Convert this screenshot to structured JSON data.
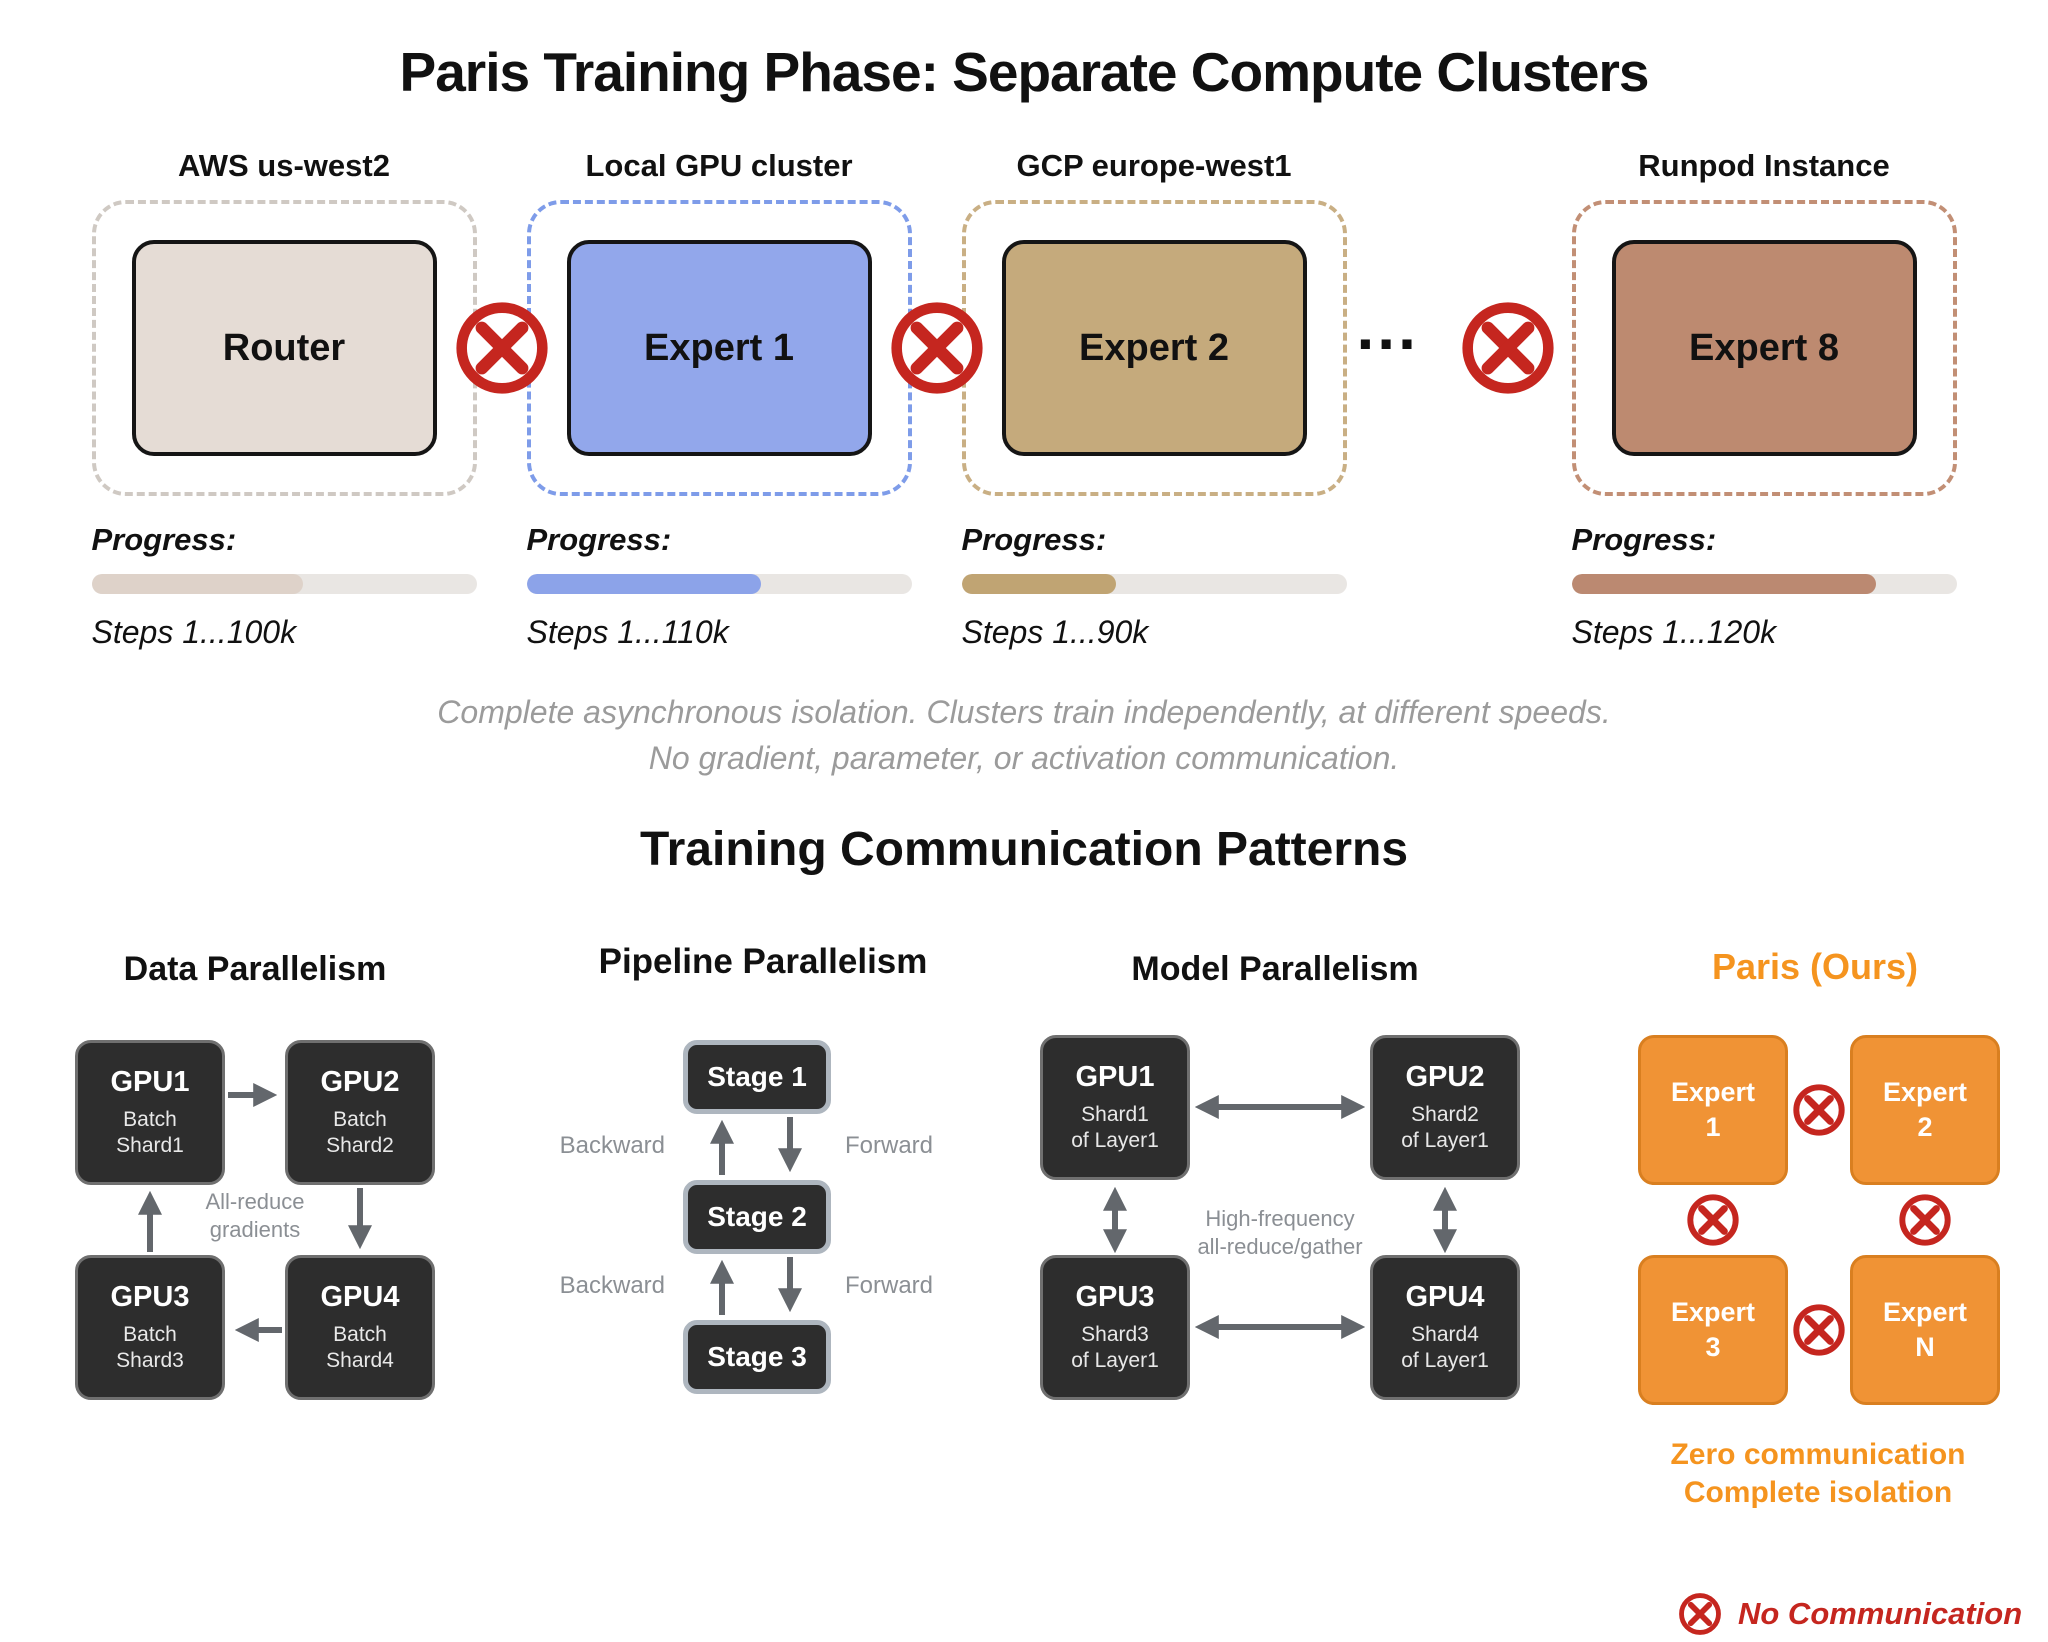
{
  "title": "Paris Training Phase: Separate Compute Clusters",
  "ellipsis": "...",
  "clusters": [
    {
      "location": "AWS us-west2",
      "name": "Router",
      "progress_label": "Progress:",
      "steps": "Steps 1...100k",
      "box_color": "#e5dcd5",
      "dash_color": "#cfc9c3",
      "bar_color": "#ded2c9",
      "progress_pct": 55
    },
    {
      "location": "Local GPU cluster",
      "name": "Expert 1",
      "progress_label": "Progress:",
      "steps": "Steps 1...110k",
      "box_color": "#92a7eb",
      "dash_color": "#7e9ce9",
      "bar_color": "#8ca3e9",
      "progress_pct": 61
    },
    {
      "location": "GCP europe-west1",
      "name": "Expert 2",
      "progress_label": "Progress:",
      "steps": "Steps 1...90k",
      "box_color": "#c5aa7c",
      "dash_color": "#c9af84",
      "bar_color": "#c0a473",
      "progress_pct": 40
    },
    {
      "location": "Runpod Instance",
      "name": "Expert 8",
      "progress_label": "Progress:",
      "steps": "Steps 1...120k",
      "box_color": "#bd8a70",
      "dash_color": "#c28f75",
      "bar_color": "#bb8971",
      "progress_pct": 79
    }
  ],
  "caption_line1": "Complete asynchronous isolation. Clusters train independently, at different speeds.",
  "caption_line2": "No gradient, parameter, or activation communication.",
  "patterns_title": "Training Communication Patterns",
  "data_parallelism": {
    "title": "Data Parallelism",
    "gpus": [
      {
        "name": "GPU1",
        "sub1": "Batch",
        "sub2": "Shard1"
      },
      {
        "name": "GPU2",
        "sub1": "Batch",
        "sub2": "Shard2"
      },
      {
        "name": "GPU3",
        "sub1": "Batch",
        "sub2": "Shard3"
      },
      {
        "name": "GPU4",
        "sub1": "Batch",
        "sub2": "Shard4"
      }
    ],
    "center_label": "All-reduce gradients"
  },
  "pipeline_parallelism": {
    "title": "Pipeline Parallelism",
    "stages": [
      "Stage 1",
      "Stage 2",
      "Stage 3"
    ],
    "backward_label": "Backward",
    "forward_label": "Forward"
  },
  "model_parallelism": {
    "title": "Model Parallelism",
    "gpus": [
      {
        "name": "GPU1",
        "sub1": "Shard1",
        "sub2": "of Layer1"
      },
      {
        "name": "GPU2",
        "sub1": "Shard2",
        "sub2": "of Layer1"
      },
      {
        "name": "GPU3",
        "sub1": "Shard3",
        "sub2": "of Layer1"
      },
      {
        "name": "GPU4",
        "sub1": "Shard4",
        "sub2": "of Layer1"
      }
    ],
    "center_label_line1": "High-frequency",
    "center_label_line2": "all-reduce/gather"
  },
  "paris": {
    "title": "Paris (Ours)",
    "experts": [
      {
        "l1": "Expert",
        "l2": "1"
      },
      {
        "l1": "Expert",
        "l2": "2"
      },
      {
        "l1": "Expert",
        "l2": "3"
      },
      {
        "l1": "Expert",
        "l2": "N"
      }
    ],
    "note_line1": "Zero communication",
    "note_line2": "Complete isolation"
  },
  "legend": {
    "label": "No Communication"
  },
  "colors": {
    "accent_orange": "#f5941f",
    "no_comm_red": "#c5261f",
    "dark_box": "#2d2d2d",
    "arrow_gray": "#63676c"
  }
}
